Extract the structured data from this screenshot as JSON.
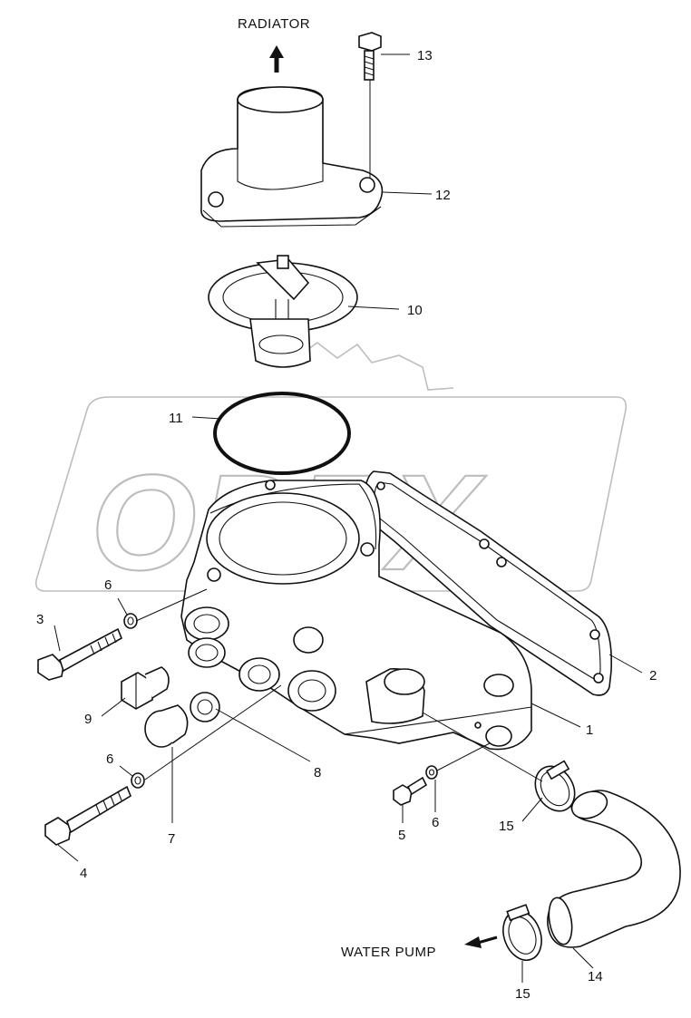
{
  "flow_labels": {
    "radiator": "RADIATOR",
    "water_pump": "WATER PUMP"
  },
  "callouts": {
    "housing": "1",
    "gasket": "2",
    "bolt_upper": "3",
    "bolt_lower": "4",
    "bolt_small": "5",
    "washer_upper": "6",
    "washer_lower": "6",
    "washer_small": "6",
    "plug_round": "7",
    "washer_flat": "8",
    "plug_hex": "9",
    "thermostat": "10",
    "o_ring": "11",
    "outlet_cover": "12",
    "cover_bolt": "13",
    "hose": "14",
    "clamp_upper": "15",
    "clamp_lower": "15"
  },
  "watermark": "OPEX",
  "colors": {
    "line": "#111111",
    "watermark": "#bdbdbd",
    "background": "#ffffff"
  }
}
